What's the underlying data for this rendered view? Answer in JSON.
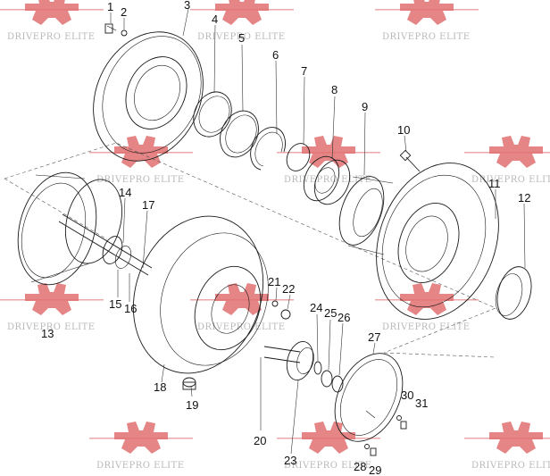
{
  "watermark": {
    "text": "DRIVEPRO ELITE",
    "color": "#e07070"
  },
  "callouts": [
    {
      "id": "1",
      "label": "1"
    },
    {
      "id": "2",
      "label": "2"
    },
    {
      "id": "3",
      "label": "3"
    },
    {
      "id": "4",
      "label": "4"
    },
    {
      "id": "5",
      "label": "5"
    },
    {
      "id": "6",
      "label": "6"
    },
    {
      "id": "7",
      "label": "7"
    },
    {
      "id": "8",
      "label": "8"
    },
    {
      "id": "9",
      "label": "9"
    },
    {
      "id": "10",
      "label": "10"
    },
    {
      "id": "11",
      "label": "11"
    },
    {
      "id": "12",
      "label": "12"
    },
    {
      "id": "13",
      "label": "13"
    },
    {
      "id": "14",
      "label": "14"
    },
    {
      "id": "15",
      "label": "15"
    },
    {
      "id": "16",
      "label": "16"
    },
    {
      "id": "17",
      "label": "17"
    },
    {
      "id": "18",
      "label": "18"
    },
    {
      "id": "19",
      "label": "19"
    },
    {
      "id": "20",
      "label": "20"
    },
    {
      "id": "21",
      "label": "21"
    },
    {
      "id": "22",
      "label": "22"
    },
    {
      "id": "23",
      "label": "23"
    },
    {
      "id": "24",
      "label": "24"
    },
    {
      "id": "25",
      "label": "25"
    },
    {
      "id": "26",
      "label": "26"
    },
    {
      "id": "27",
      "label": "27"
    },
    {
      "id": "28",
      "label": "28"
    },
    {
      "id": "29",
      "label": "29"
    },
    {
      "id": "30",
      "label": "30"
    },
    {
      "id": "31",
      "label": "31"
    }
  ]
}
